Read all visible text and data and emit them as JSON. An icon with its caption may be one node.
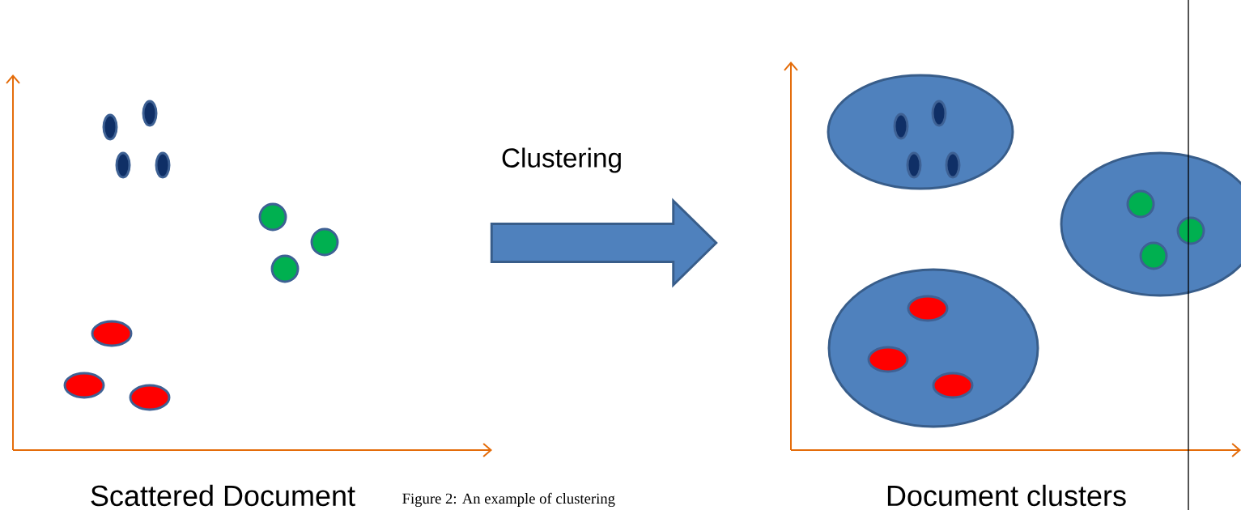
{
  "diagram": {
    "caption": "Figure 2: An example of clustering",
    "nodes": [
      {
        "text": [
          "Scattered Document"
        ]
      },
      {
        "text": [
          "Document clusters"
        ]
      },
      {
        "text": [],
        "shape": "ellipse",
        "in": 1
      },
      {
        "text": [],
        "shape": "ellipse",
        "in": 1
      },
      {
        "text": [],
        "shape": "ellipse",
        "in": 1
      }
    ],
    "edges": [
      {
        "from": 0,
        "to": 1,
        "arrow": "to",
        "label": "Clustering"
      }
    ]
  }
}
